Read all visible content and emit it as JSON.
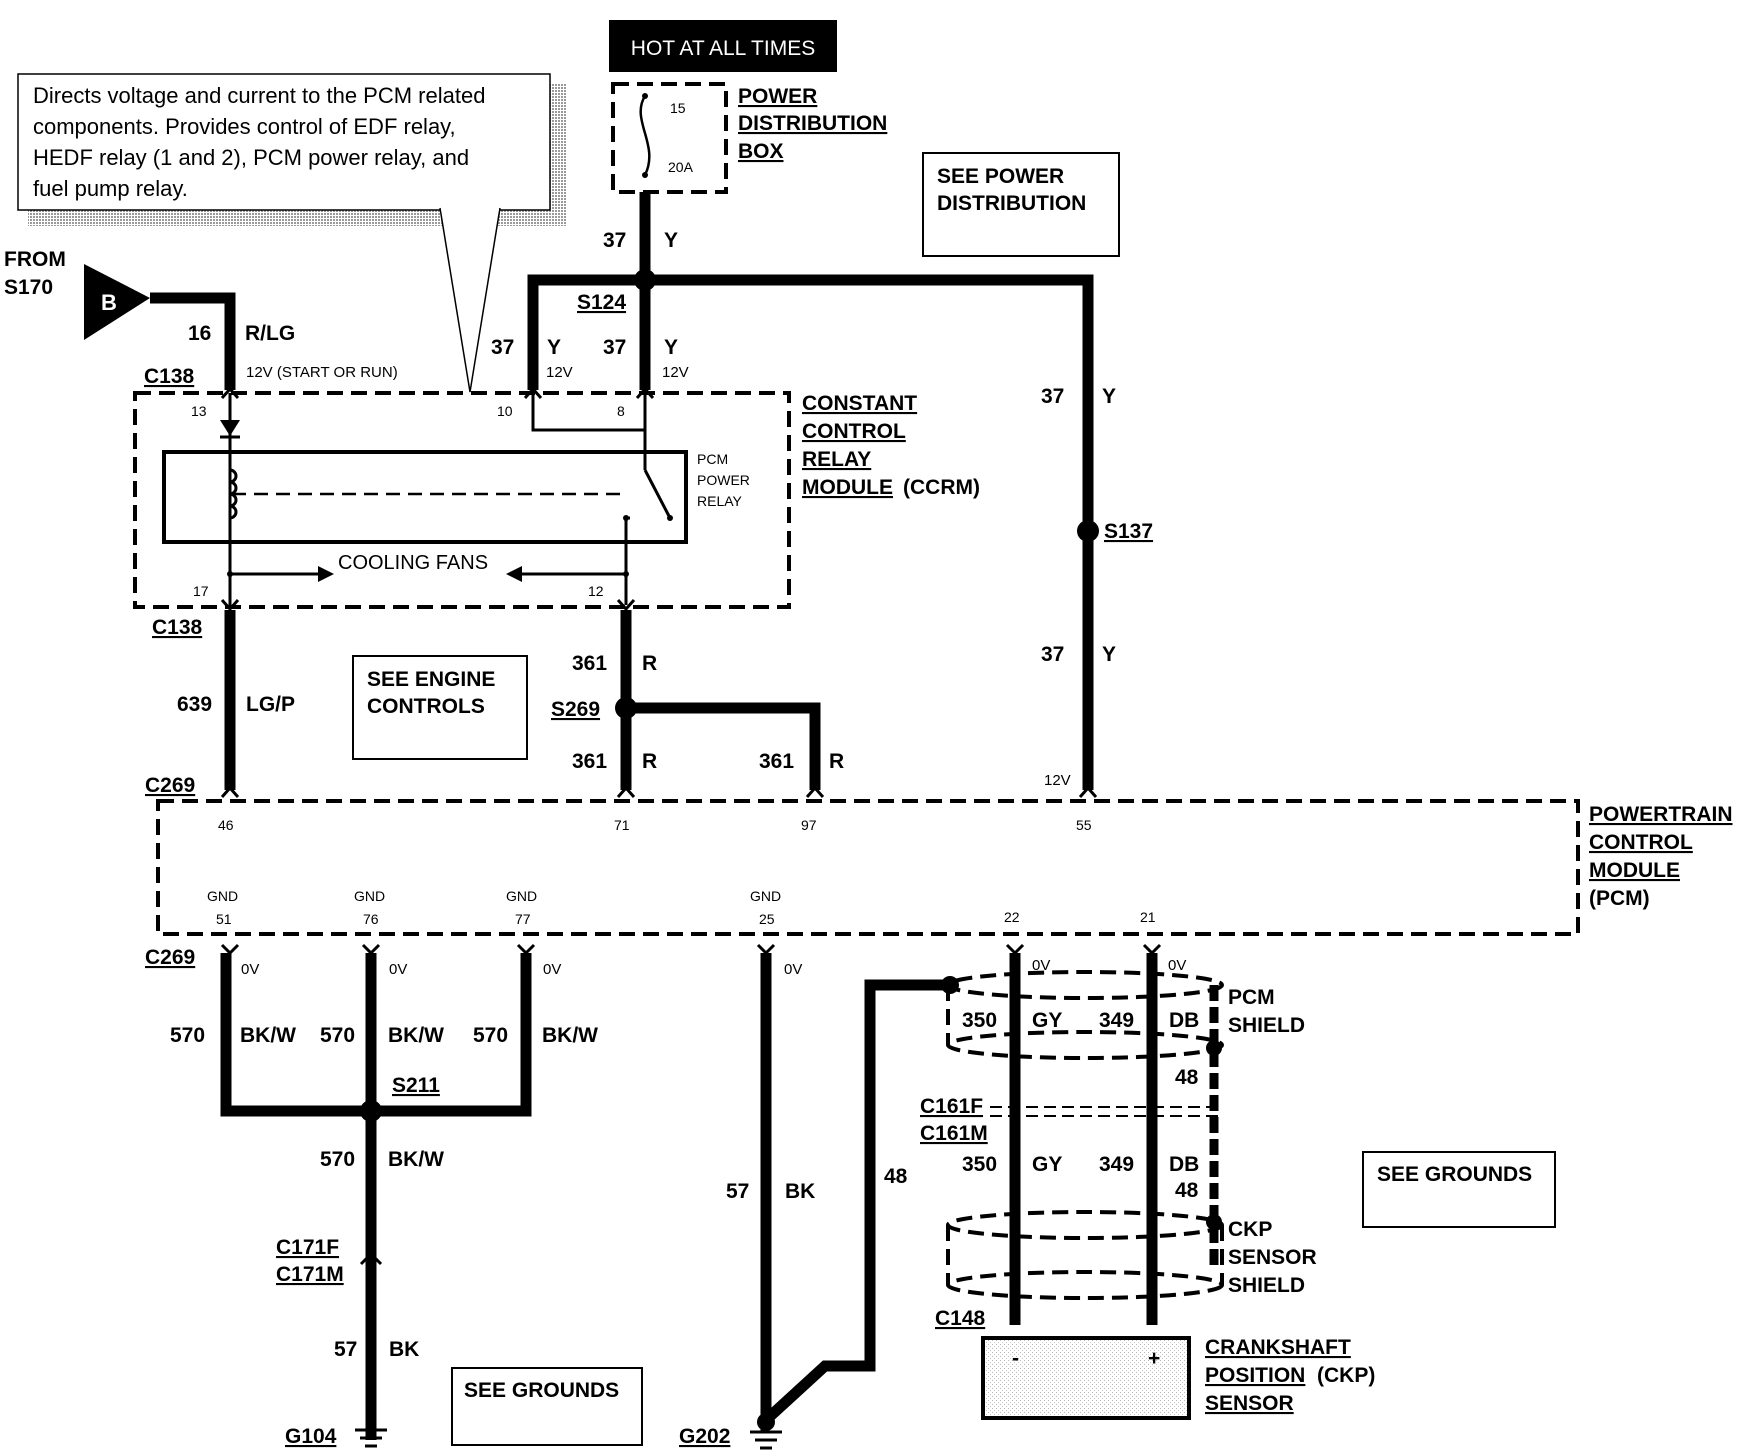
{
  "hot_banner": "HOT AT ALL TIMES",
  "note": [
    "Directs voltage and current to the PCM related",
    "components. Provides control of EDF relay,",
    "HEDF relay (1 and 2), PCM power relay, and",
    "fuel pump relay."
  ],
  "pdb": {
    "lines": [
      "POWER",
      "DISTRIBUTION",
      "BOX"
    ],
    "fuse_top": "15",
    "fuse_bottom": "20A"
  },
  "see_power": [
    "SEE POWER",
    "DISTRIBUTION"
  ],
  "see_engine": [
    "SEE ENGINE",
    "CONTROLS"
  ],
  "see_grounds_right": "SEE GROUNDS",
  "see_grounds_bottom": "SEE GROUNDS",
  "from": {
    "lines": [
      "FROM",
      "S170"
    ],
    "letter": "B"
  },
  "ccrm": {
    "lines": [
      "CONSTANT",
      "CONTROL",
      "RELAY",
      "MODULE"
    ],
    "suffix": "(CCRM)",
    "relay": [
      "PCM",
      "POWER",
      "RELAY"
    ],
    "fans": "COOLING FANS"
  },
  "pcm": {
    "lines": [
      "POWERTRAIN",
      "CONTROL",
      "MODULE",
      "(PCM)"
    ]
  },
  "ckp": {
    "lines": [
      "CRANKSHAFT",
      "POSITION",
      "SENSOR"
    ],
    "suffix": "(CKP)",
    "minus": "-",
    "plus": "+"
  },
  "pcm_shield": [
    "PCM",
    "SHIELD"
  ],
  "ckp_shield": [
    "CKP",
    "SENSOR",
    "SHIELD"
  ],
  "connectors": {
    "c138": "C138",
    "c269": "C269",
    "c161f": "C161F",
    "c161m": "C161M",
    "c171f": "C171F",
    "c171m": "C171M",
    "c148": "C148"
  },
  "splices": {
    "s124": "S124",
    "s137": "S137",
    "s269": "S269",
    "s211": "S211"
  },
  "grounds": {
    "g104": "G104",
    "g202": "G202"
  },
  "pins": {
    "ccrm_13": "13",
    "ccrm_10": "10",
    "ccrm_8": "8",
    "ccrm_17": "17",
    "ccrm_12": "12",
    "pcm_46": "46",
    "pcm_71": "71",
    "pcm_97": "97",
    "pcm_55": "55",
    "pcm_51": "51",
    "pcm_76": "76",
    "pcm_77": "77",
    "pcm_25": "25",
    "pcm_22": "22",
    "pcm_21": "21",
    "gnd": "GND"
  },
  "voltages": {
    "v12": "12V",
    "start_run": "12V (START OR RUN)",
    "v0": "0V"
  },
  "wires": {
    "w37": "37",
    "y": "Y",
    "w16": "16",
    "rlg": "R/LG",
    "w639": "639",
    "lgp": "LG/P",
    "w361": "361",
    "r": "R",
    "w570": "570",
    "bkw": "BK/W",
    "w57": "57",
    "bk": "BK",
    "w48": "48",
    "w350": "350",
    "gy": "GY",
    "w349": "349",
    "db": "DB"
  }
}
